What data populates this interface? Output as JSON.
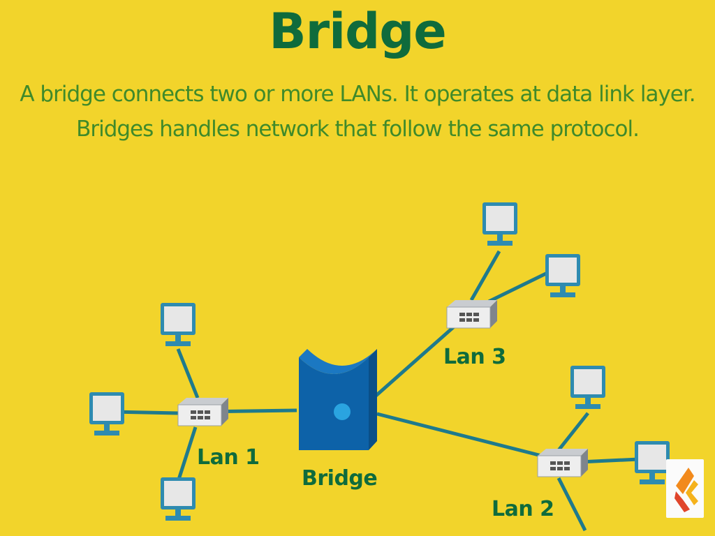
{
  "header": {
    "title": "Bridge",
    "line1": "A bridge connects two or more LANs. It operates at data link layer.",
    "line2": "Bridges handles network that follow the same protocol."
  },
  "diagram": {
    "labels": {
      "lan1": "Lan 1",
      "lan2": "Lan 2",
      "lan3": "Lan 3",
      "bridge": "Bridge"
    }
  },
  "colors": {
    "background": "#f2d42b",
    "title": "#0f6b3c",
    "text": "#3f8a2a",
    "line": "#1f7a8c",
    "bridge": "#0d62a8"
  }
}
